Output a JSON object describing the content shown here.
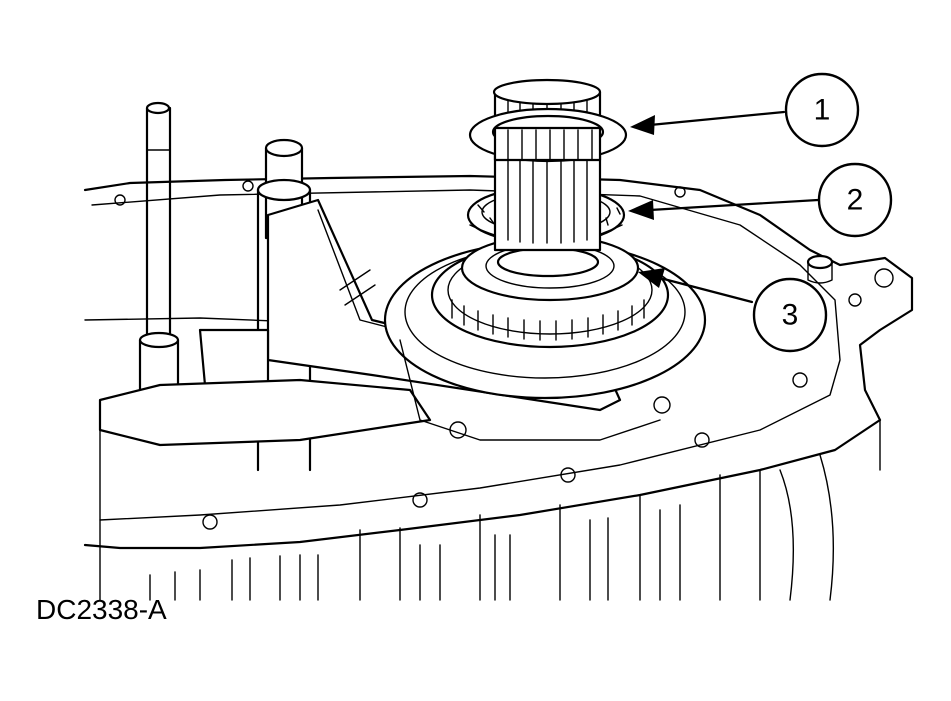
{
  "figure_id": "DC2338-A",
  "callouts": [
    {
      "number": "1"
    },
    {
      "number": "2"
    },
    {
      "number": "3"
    }
  ],
  "colors": {
    "line": "#000000",
    "background": "#ffffff"
  }
}
